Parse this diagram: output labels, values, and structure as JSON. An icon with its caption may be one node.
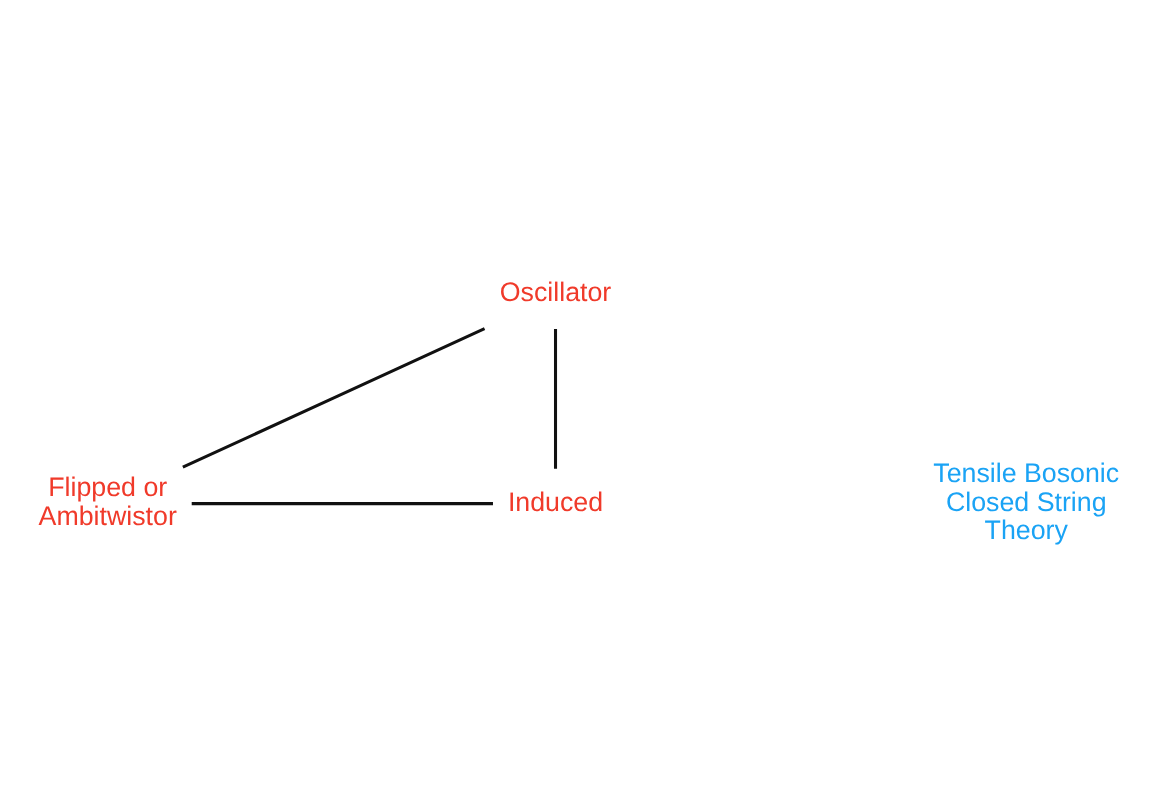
{
  "diagram": {
    "nodes": [
      {
        "text": [
          "Oscillator"
        ]
      },
      {
        "text": [
          "Flipped or Ambitwistor"
        ]
      },
      {
        "text": [
          "Induced"
        ]
      }
    ],
    "edges": [
      {
        "from": 0,
        "to": 1,
        "arrow": "none"
      },
      {
        "from": 1,
        "to": 2,
        "arrow": "none"
      },
      {
        "from": 2,
        "to": 0,
        "arrow": "none"
      }
    ],
    "labels": [
      "Tensile Bosonic Closed String Theory"
    ]
  }
}
